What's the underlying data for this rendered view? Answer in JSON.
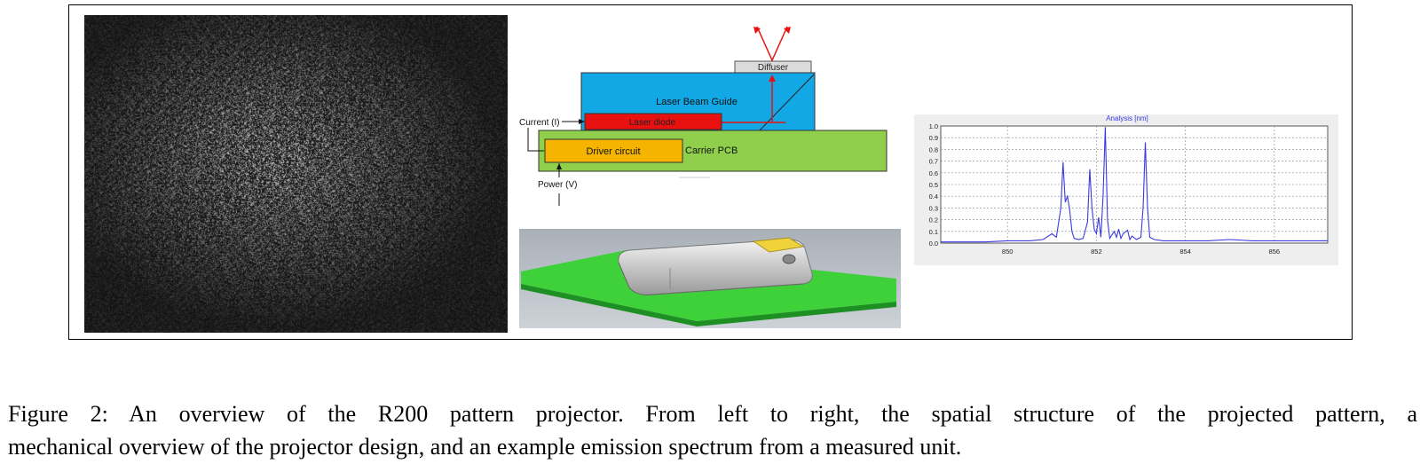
{
  "schematic": {
    "diffuser": "Diffuser",
    "laser_beam_guide": "Laser Beam Guide",
    "laser_diode": "Laser diode",
    "current": "Current (I)",
    "driver_circuit": "Driver circuit",
    "carrier_pcb": "Carrier PCB",
    "power": "Power (V)"
  },
  "colors": {
    "beam_guide": "#12a8e6",
    "laser_diode": "#e8110f",
    "carrier_pcb": "#8fcf4b",
    "driver_circuit": "#f4b400",
    "pcb_render": "#3ed13a",
    "plot_line": "#3a3ae0"
  },
  "chart_data": {
    "type": "line",
    "title": "Analysis [nm]",
    "xlabel": "",
    "ylabel": "",
    "xlim": [
      848.5,
      857.2
    ],
    "ylim": [
      0,
      1.0
    ],
    "xticks": [
      "850",
      "852",
      "854",
      "856"
    ],
    "yticks": [
      "0.0",
      "0.1",
      "0.2",
      "0.3",
      "0.4",
      "0.5",
      "0.6",
      "0.7",
      "0.8",
      "0.9",
      "1.0"
    ],
    "grid": true,
    "series": [
      {
        "x": [
          848.5,
          849.0,
          849.5,
          850.0,
          850.5,
          850.8,
          851.0,
          851.1,
          851.2,
          851.25,
          851.3,
          851.35,
          851.4,
          851.45,
          851.5,
          851.6,
          851.7,
          851.8,
          851.85,
          851.9,
          851.95,
          852.0,
          852.05,
          852.1,
          852.15,
          852.2,
          852.25,
          852.3,
          852.4,
          852.45,
          852.5,
          852.55,
          852.6,
          852.7,
          852.75,
          852.8,
          852.9,
          853.0,
          853.05,
          853.1,
          853.15,
          853.2,
          853.3,
          853.5,
          854.0,
          854.5,
          855.0,
          855.5,
          856.0,
          856.5,
          857.2
        ],
        "y": [
          0.01,
          0.01,
          0.01,
          0.02,
          0.02,
          0.03,
          0.08,
          0.05,
          0.3,
          0.69,
          0.35,
          0.4,
          0.28,
          0.1,
          0.04,
          0.03,
          0.04,
          0.18,
          0.63,
          0.3,
          0.12,
          0.08,
          0.22,
          0.05,
          0.4,
          0.99,
          0.2,
          0.04,
          0.1,
          0.05,
          0.12,
          0.04,
          0.08,
          0.11,
          0.03,
          0.06,
          0.03,
          0.05,
          0.3,
          0.86,
          0.3,
          0.05,
          0.03,
          0.02,
          0.02,
          0.02,
          0.03,
          0.02,
          0.02,
          0.02,
          0.02
        ]
      }
    ]
  },
  "caption": {
    "line1": "Figure 2:  An overview of the R200 pattern projector.  From left to right, the spatial structure of the projected pattern, a",
    "line2": "mechanical overview of the projector design, and an example emission spectrum from a measured unit."
  }
}
